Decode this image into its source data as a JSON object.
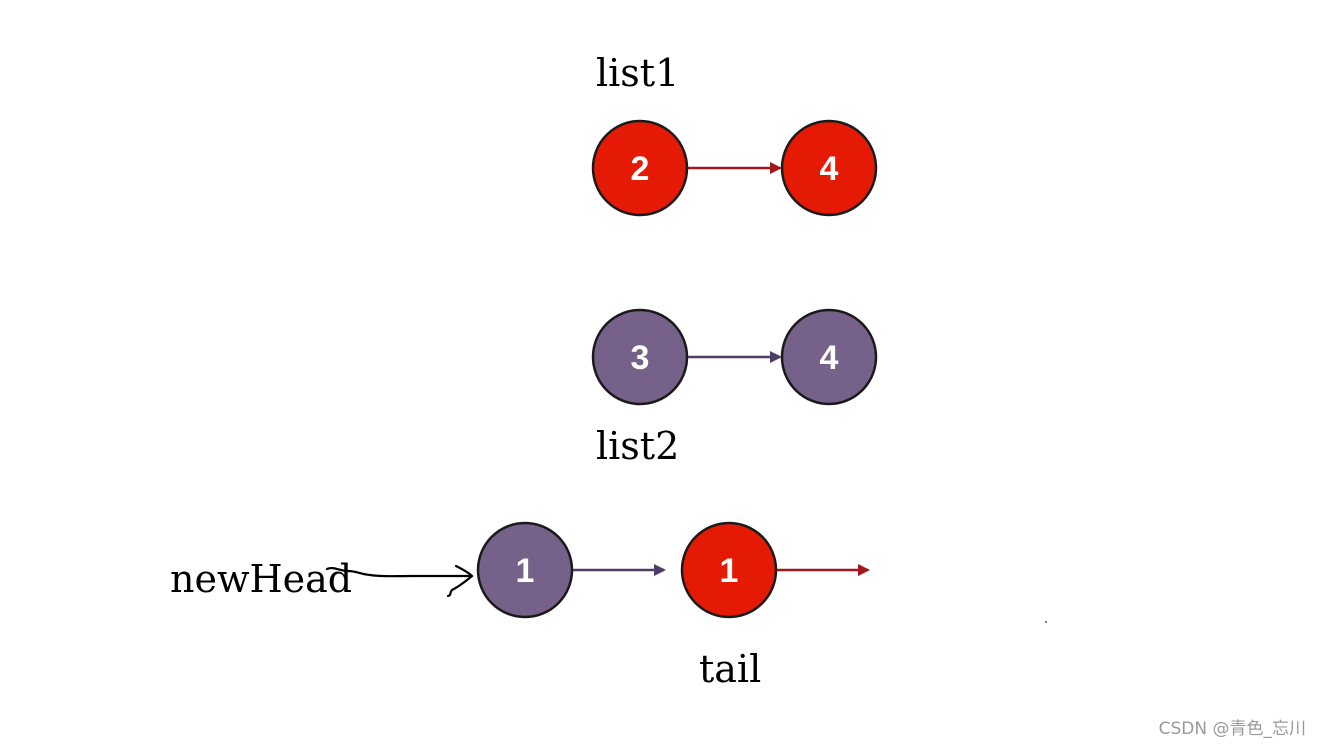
{
  "labels": {
    "list1": "list1",
    "list2": "list2",
    "new_head": "newHead",
    "tail": "tail"
  },
  "nodes": {
    "list1_first": "2",
    "list1_second": "4",
    "list2_first": "3",
    "list2_second": "4",
    "merged_first": "1",
    "merged_second": "1"
  },
  "colors": {
    "list1_node": "#e41a05",
    "list2_node": "#76618a",
    "list1_link": "#a3161c",
    "list2_link": "#4e3d64",
    "hand_arrow": "#000000"
  },
  "watermark": "CSDN @青色_忘川"
}
